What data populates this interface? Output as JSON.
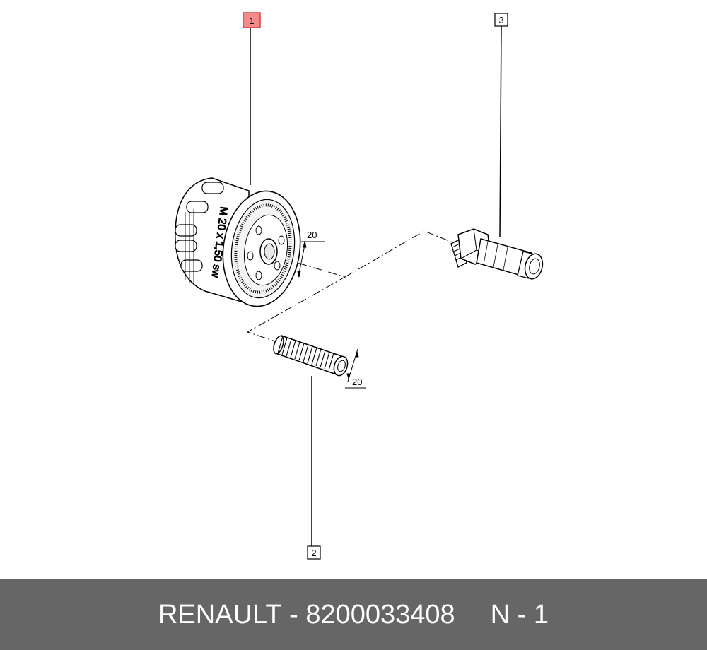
{
  "callouts": {
    "c1": "1",
    "c2": "2",
    "c3": "3"
  },
  "colors": {
    "highlight_fill": "#f28b8b",
    "highlight_stroke": "#e04040",
    "footer_bg": "#666666"
  },
  "parts": {
    "filter_thread_label": "M 20 x 1,50 sw",
    "filter_dimension": "20",
    "stud_dimension": "20"
  },
  "footer": {
    "brand": "RENAULT",
    "separator": " - ",
    "part_number": "8200033408",
    "page_indicator": "N - 1"
  }
}
